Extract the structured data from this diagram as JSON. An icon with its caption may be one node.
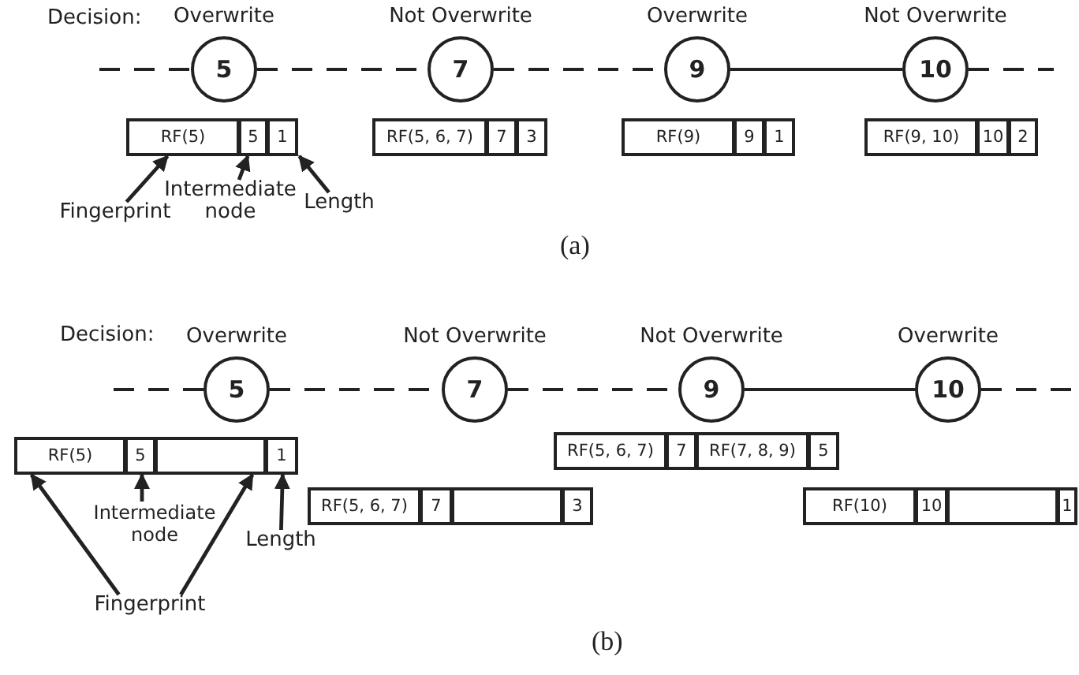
{
  "diagram": {
    "nodes": [
      {
        "text": [
          "5"
        ],
        "beside": [
          "Overwrite"
        ]
      },
      {
        "text": [
          "7"
        ],
        "beside": [
          "Not Overwrite"
        ]
      },
      {
        "text": [
          "9"
        ],
        "beside": [
          "Overwrite"
        ]
      },
      {
        "text": [
          "10"
        ],
        "beside": [
          "Not Overwrite"
        ]
      },
      {
        "text": [
          "RF(5)"
        ]
      },
      {
        "text": [
          "5"
        ]
      },
      {
        "text": [
          "1"
        ]
      },
      {
        "text": [
          "RF(5, 6, 7)"
        ]
      },
      {
        "text": [
          "7"
        ]
      },
      {
        "text": [
          "3"
        ]
      },
      {
        "text": [
          "RF(9)"
        ]
      },
      {
        "text": [
          "9"
        ]
      },
      {
        "text": [
          "1"
        ]
      },
      {
        "text": [
          "RF(9, 10)"
        ]
      },
      {
        "text": [
          "10"
        ]
      },
      {
        "text": [
          "2"
        ]
      },
      {
        "text": [
          "Fingerprint"
        ]
      },
      {
        "text": [
          "Intermediate node"
        ]
      },
      {
        "text": [
          "Length"
        ]
      },
      {
        "text": [
          "5"
        ],
        "beside": [
          "Overwrite"
        ]
      },
      {
        "text": [
          "7"
        ],
        "beside": [
          "Not Overwrite"
        ]
      },
      {
        "text": [
          "9"
        ],
        "beside": [
          "Not Overwrite"
        ]
      },
      {
        "text": [
          "10"
        ],
        "beside": [
          "Overwrite"
        ]
      },
      {
        "text": [
          "RF(5)"
        ]
      },
      {
        "text": [
          "5"
        ]
      },
      {
        "text": [],
        "shape": "box"
      },
      {
        "text": [
          "1"
        ]
      },
      {
        "text": [
          "RF(5, 6, 7)"
        ]
      },
      {
        "text": [
          "7"
        ]
      },
      {
        "text": [],
        "shape": "box"
      },
      {
        "text": [
          "3"
        ]
      },
      {
        "text": [
          "RF(5, 6, 7)"
        ]
      },
      {
        "text": [
          "7"
        ]
      },
      {
        "text": [
          "RF(7, 8, 9)"
        ]
      },
      {
        "text": [
          "5"
        ]
      },
      {
        "text": [
          "RF(10)"
        ]
      },
      {
        "text": [
          "10"
        ]
      },
      {
        "text": [],
        "shape": "box"
      },
      {
        "text": [
          "1"
        ]
      },
      {
        "text": [
          "Intermediate node"
        ]
      },
      {
        "text": [
          "Length"
        ]
      },
      {
        "text": [
          "Fingerprint"
        ]
      }
    ],
    "edges": [
      {
        "from": null,
        "to": 0,
        "arrow": "none",
        "style": "dashed"
      },
      {
        "from": 0,
        "to": 1,
        "arrow": "none",
        "style": "dashed"
      },
      {
        "from": 1,
        "to": 2,
        "arrow": "none",
        "style": "dashed"
      },
      {
        "from": 2,
        "to": 3,
        "arrow": "none"
      },
      {
        "from": 3,
        "to": null,
        "arrow": "none",
        "style": "dashed"
      },
      {
        "from": 16,
        "to": 4,
        "arrow": "to"
      },
      {
        "from": 17,
        "to": 5,
        "arrow": "to"
      },
      {
        "from": 18,
        "to": 6,
        "arrow": "to"
      },
      {
        "from": null,
        "to": 19,
        "arrow": "none",
        "style": "dashed"
      },
      {
        "from": 19,
        "to": 20,
        "arrow": "none",
        "style": "dashed"
      },
      {
        "from": 20,
        "to": 21,
        "arrow": "none",
        "style": "dashed"
      },
      {
        "from": 21,
        "to": 22,
        "arrow": "none"
      },
      {
        "from": 22,
        "to": null,
        "arrow": "none",
        "style": "dashed"
      },
      {
        "from": 41,
        "to": 23,
        "arrow": "to"
      },
      {
        "from": 41,
        "to": 25,
        "arrow": "to"
      },
      {
        "from": 39,
        "to": 24,
        "arrow": "to"
      },
      {
        "from": 40,
        "to": 26,
        "arrow": "to"
      }
    ],
    "labels": [
      "Decision:",
      "(a)",
      "Decision:",
      "(b)"
    ]
  }
}
